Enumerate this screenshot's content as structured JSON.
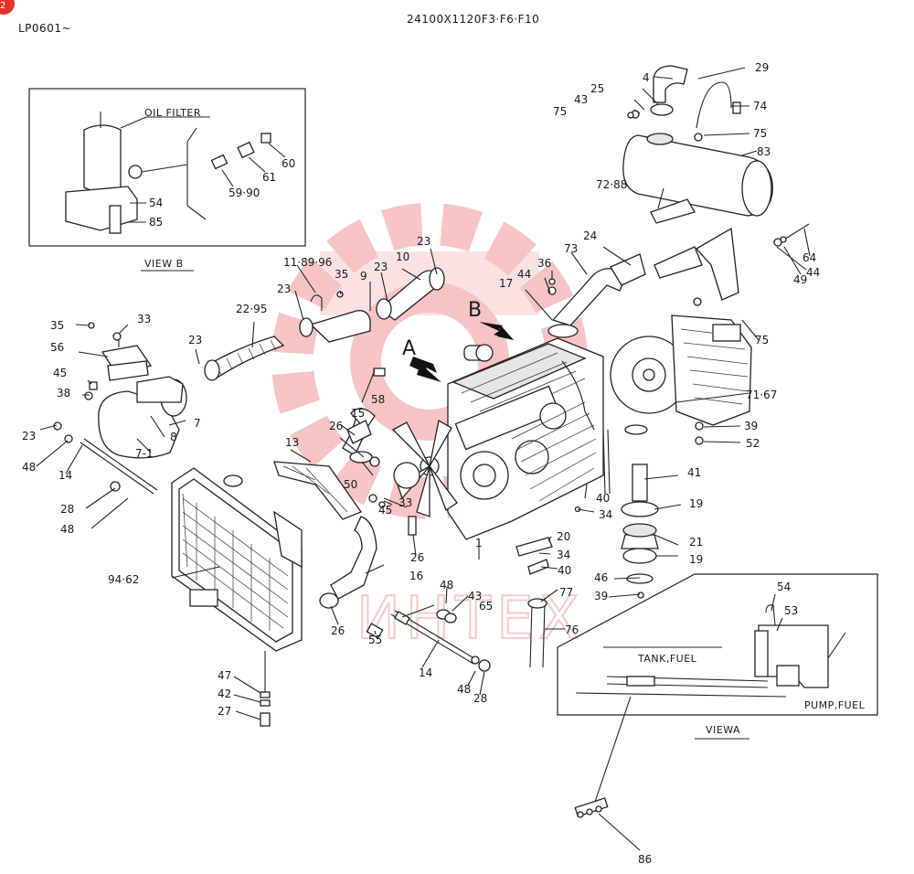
{
  "header": {
    "left": "LP0601~",
    "center": "24100X1120F3·F6·F10",
    "badge_color": "#e0332a"
  },
  "watermark": {
    "text": "ИНТЕХ",
    "color": "#e54b4b"
  },
  "view_b": {
    "caption": "VIEW B",
    "oil_filter": "OIL FILTER",
    "labels": [
      "54",
      "85",
      "59·90",
      "61",
      "60"
    ]
  },
  "view_a": {
    "caption": "VIEWA",
    "tank": "TANK,FUEL",
    "pump": "PUMP,FUEL",
    "labels": [
      "54",
      "53"
    ]
  },
  "arrows": {
    "a": "A",
    "b": "B"
  },
  "callouts": [
    "4",
    "29",
    "25",
    "43",
    "75",
    "74",
    "75",
    "83",
    "72·88",
    "64",
    "44",
    "49",
    "24",
    "36",
    "44",
    "17",
    "73",
    "75",
    "71·67",
    "39",
    "52",
    "41",
    "19",
    "21",
    "19",
    "46",
    "39",
    "11·89·96",
    "35",
    "9",
    "23",
    "10",
    "23",
    "23",
    "22·95",
    "35",
    "33",
    "56",
    "23",
    "45",
    "38",
    "7",
    "8",
    "7-1",
    "23",
    "48",
    "14",
    "28",
    "48",
    "13",
    "26",
    "15",
    "58",
    "50",
    "45",
    "33",
    "40",
    "34",
    "20",
    "34",
    "40",
    "77",
    "76",
    "1",
    "26",
    "16",
    "26",
    "55",
    "48",
    "43",
    "65",
    "14",
    "48",
    "28",
    "94·62",
    "47",
    "42",
    "27",
    "86"
  ]
}
